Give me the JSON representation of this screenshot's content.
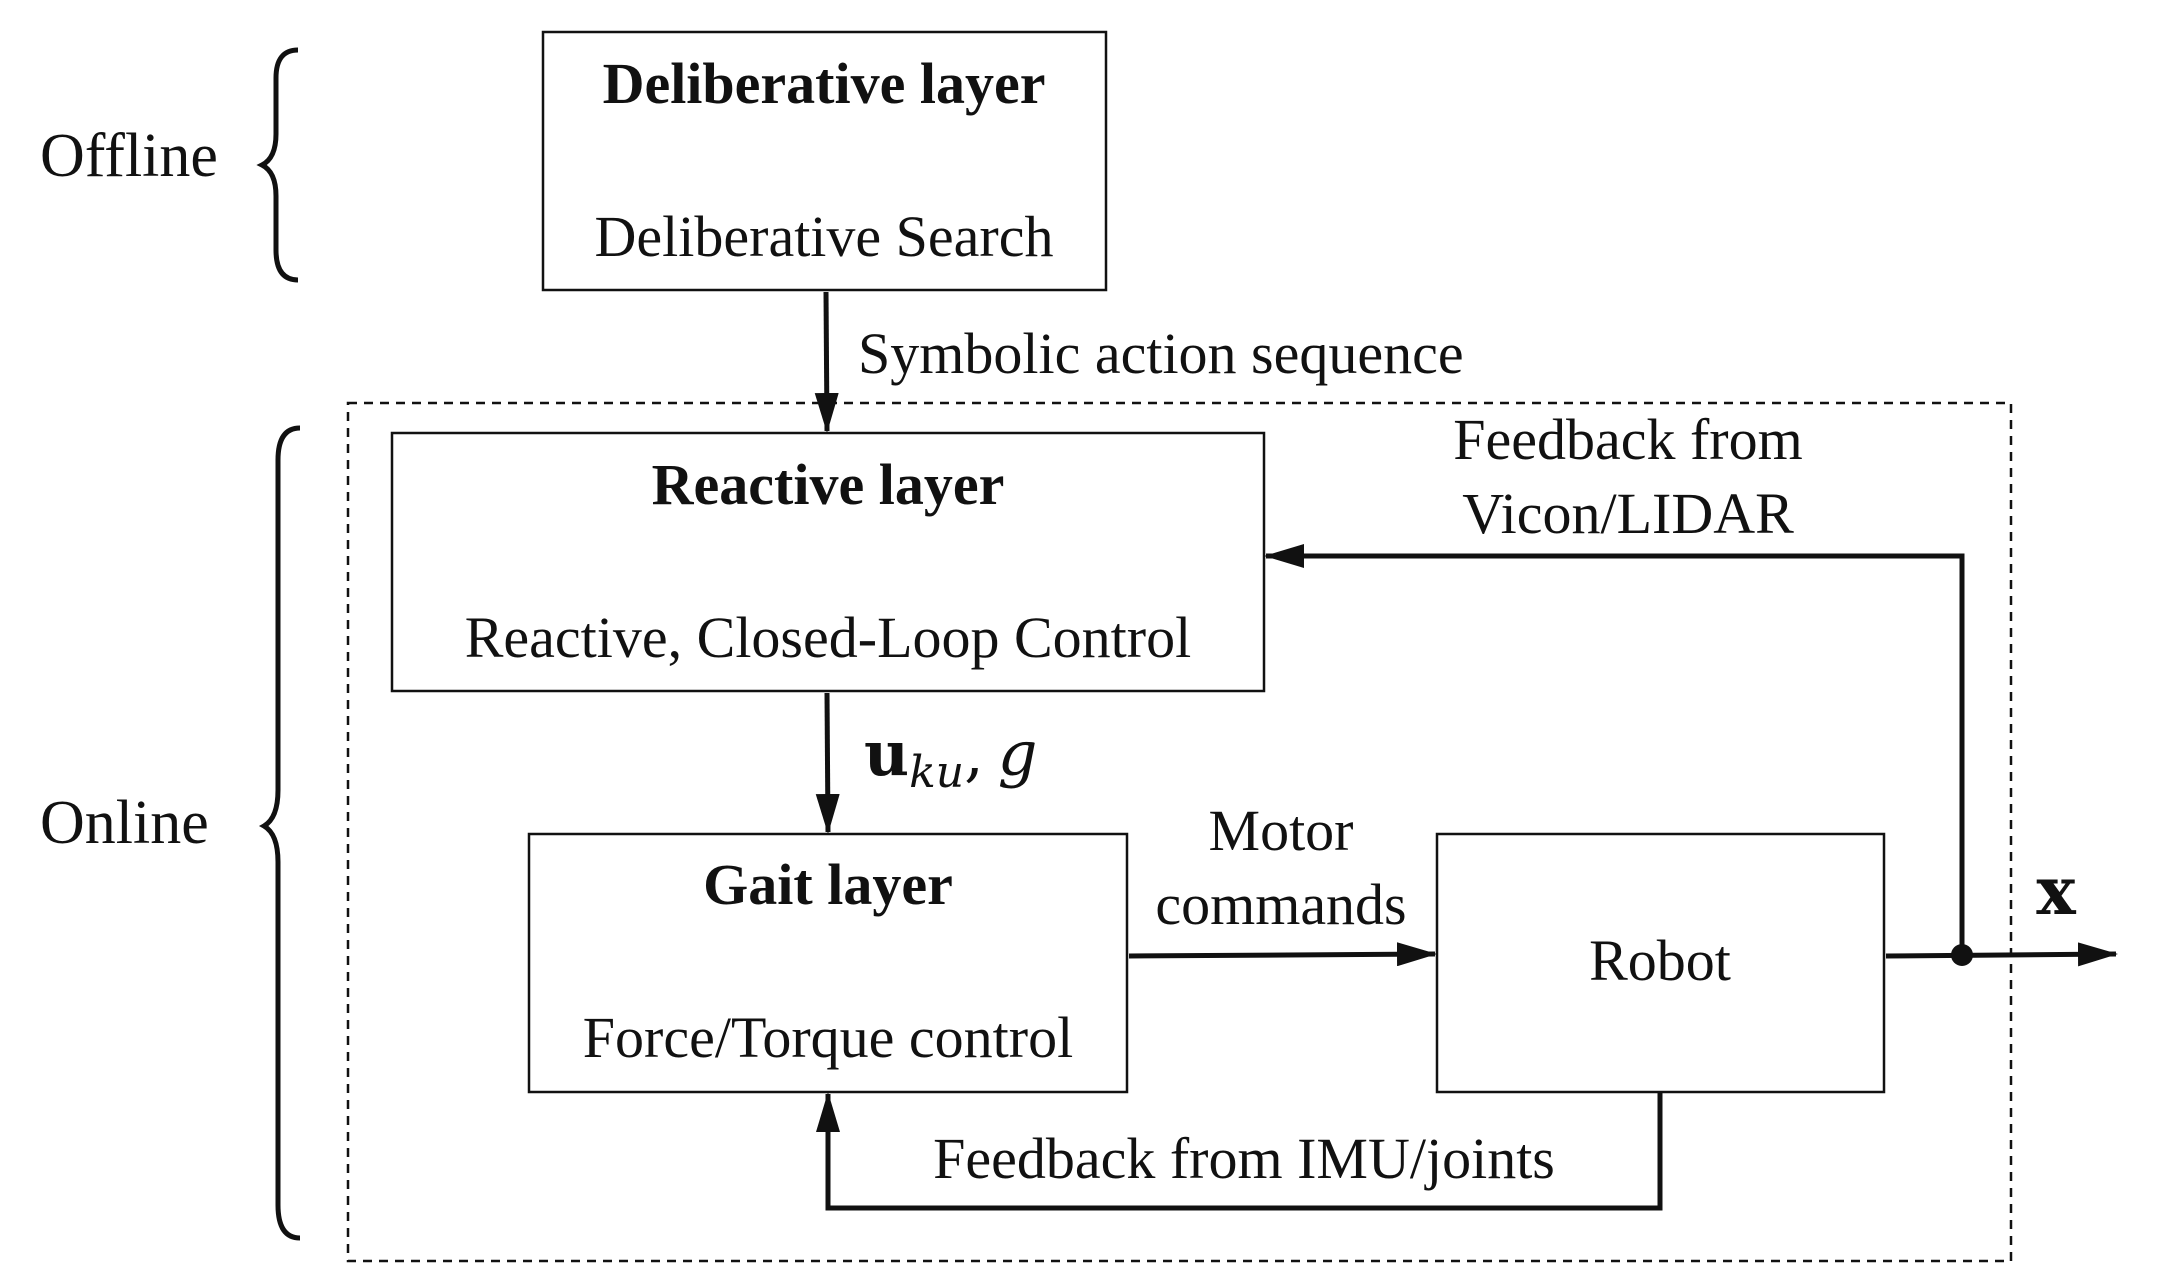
{
  "phases": {
    "offline": "Offline",
    "online": "Online"
  },
  "blocks": {
    "deliberative": {
      "title": "Deliberative layer",
      "subtitle": "Deliberative Search"
    },
    "reactive": {
      "title": "Reactive layer",
      "subtitle": "Reactive, Closed-Loop Control"
    },
    "gait": {
      "title": "Gait layer",
      "subtitle": "Force/Torque control"
    },
    "robot": {
      "title": "Robot"
    }
  },
  "signals": {
    "symbolic": "Symbolic action sequence",
    "feedback_vicon_line1": "Feedback from",
    "feedback_vicon_line2": "Vicon/LIDAR",
    "control_u": "u",
    "control_sub": "ku",
    "control_sep": ",",
    "control_g": "g",
    "motor_line1": "Motor",
    "motor_line2": "commands",
    "feedback_imu": "Feedback from IMU/joints",
    "output_state": "x"
  },
  "colors": {
    "line": "#111111",
    "background": "#ffffff"
  }
}
